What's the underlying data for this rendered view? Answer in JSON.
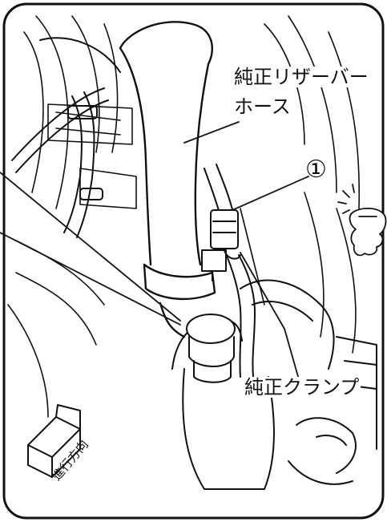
{
  "labels": {
    "hose_line1": "純正リザーバー",
    "hose_line2": "ホース",
    "clamp": "純正クランプ",
    "marker": "①",
    "direction": "進行方向"
  },
  "icons": {
    "pointing_hand": "pointing-hand-icon",
    "direction_box": "direction-box-icon"
  },
  "colors": {
    "line": "#111111",
    "background": "#ffffff",
    "accent": "#000000"
  }
}
